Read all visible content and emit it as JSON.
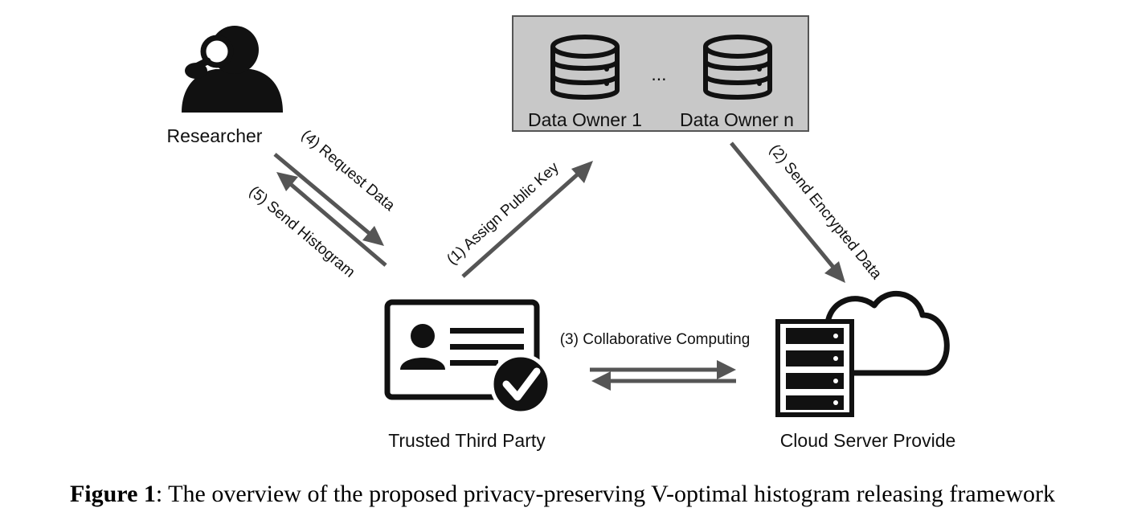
{
  "nodes": {
    "researcher": "Researcher",
    "data_owner_1": "Data Owner 1",
    "data_owner_n": "Data Owner n",
    "owners_ellipsis": "...",
    "trusted_third_party": "Trusted Third Party",
    "cloud_server": "Cloud Server Provide"
  },
  "edges": {
    "assign_key": "(1) Assign Public Key",
    "send_encrypted": "(2) Send Encrypted Data",
    "collaborative": "(3) Collaborative Computing",
    "request_data": "(4) Request Data",
    "send_histogram": "(5) Send Histogram"
  },
  "caption": {
    "label": "Figure 1",
    "text": ": The overview of the proposed privacy-preserving V-optimal histogram releasing framework"
  },
  "colors": {
    "arrow": "#555555",
    "owners_panel": "#c8c8c8",
    "icon": "#111111"
  },
  "icons": [
    "researcher-magnifier-icon",
    "database-icon",
    "id-card-check-icon",
    "server-rack-icon",
    "cloud-icon"
  ]
}
